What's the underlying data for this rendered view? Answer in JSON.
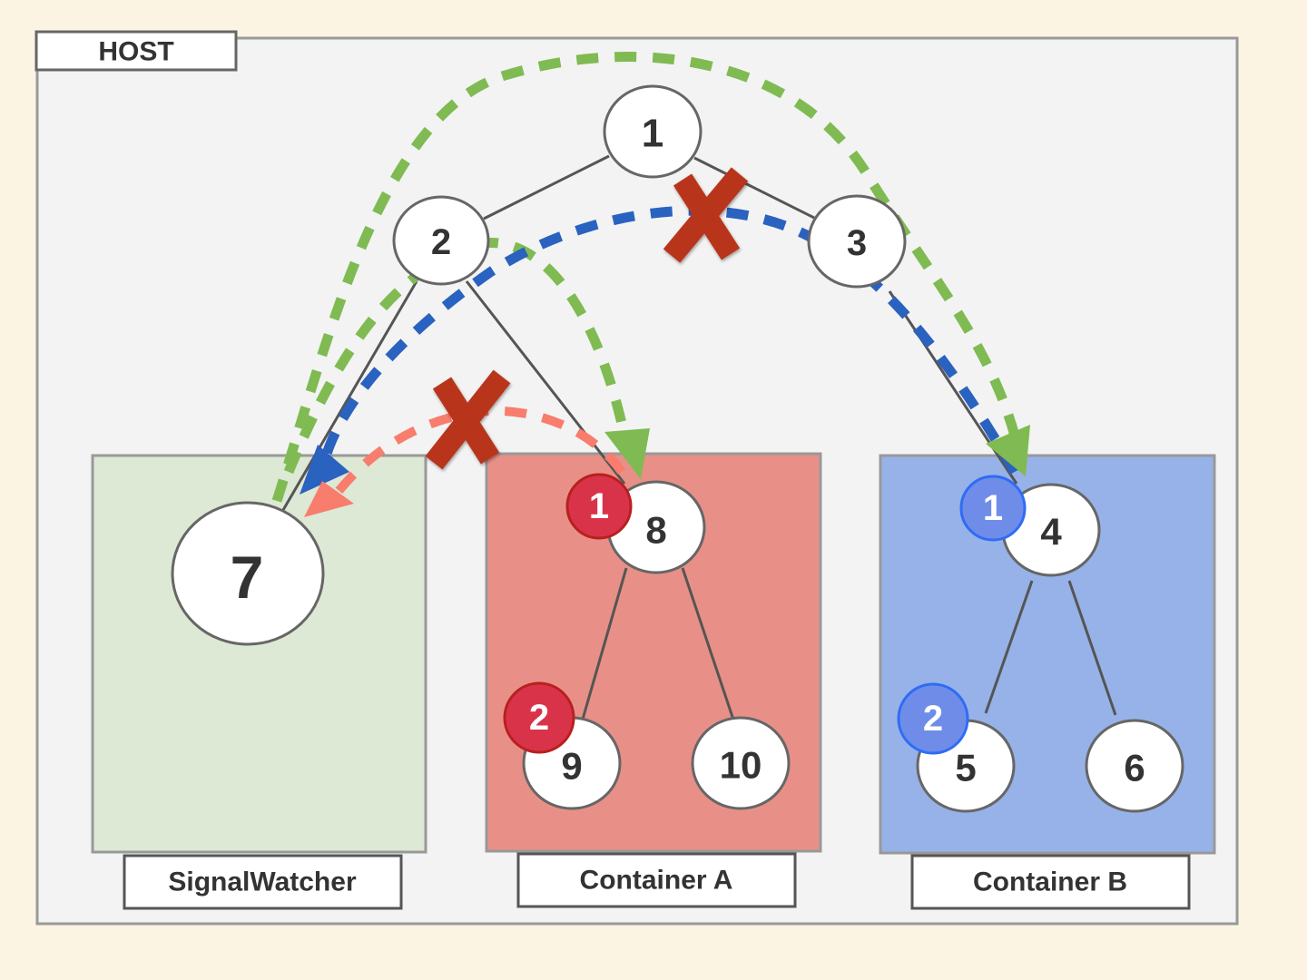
{
  "host": {
    "label": "HOST"
  },
  "containers": [
    {
      "id": "signalwatcher",
      "label": "SignalWatcher",
      "color": "#dde8d5"
    },
    {
      "id": "container-a",
      "label": "Container A",
      "color": "#e89088"
    },
    {
      "id": "container-b",
      "label": "Container B",
      "color": "#97b2e8"
    }
  ],
  "nodes": [
    {
      "id": "1",
      "label": "1"
    },
    {
      "id": "2",
      "label": "2"
    },
    {
      "id": "3",
      "label": "3"
    },
    {
      "id": "4",
      "label": "4"
    },
    {
      "id": "5",
      "label": "5"
    },
    {
      "id": "6",
      "label": "6"
    },
    {
      "id": "7",
      "label": "7"
    },
    {
      "id": "8",
      "label": "8"
    },
    {
      "id": "9",
      "label": "9"
    },
    {
      "id": "10",
      "label": "10"
    }
  ],
  "edges": [
    [
      "1",
      "2"
    ],
    [
      "1",
      "3"
    ],
    [
      "2",
      "7"
    ],
    [
      "2",
      "8"
    ],
    [
      "3",
      "4"
    ],
    [
      "8",
      "9"
    ],
    [
      "8",
      "10"
    ],
    [
      "4",
      "5"
    ],
    [
      "4",
      "6"
    ]
  ],
  "badges": [
    {
      "container": "container-a",
      "node": "8",
      "label": "1",
      "color": "#d9334a"
    },
    {
      "container": "container-a",
      "node": "9",
      "label": "2",
      "color": "#d9334a"
    },
    {
      "container": "container-b",
      "node": "4",
      "label": "1",
      "color": "#6f8de8"
    },
    {
      "container": "container-b",
      "node": "5",
      "label": "2",
      "color": "#6f8de8"
    }
  ],
  "signals": [
    {
      "name": "green-arc-top",
      "color": "#7fbb52",
      "from": "7",
      "to": "4",
      "blocked": false
    },
    {
      "name": "green-arc-inner",
      "color": "#7fbb52",
      "from": "7",
      "to": "8",
      "blocked": false
    },
    {
      "name": "blue-arc",
      "color": "#2a62c0",
      "from": "4",
      "to": "7",
      "blocked": true
    },
    {
      "name": "salmon-arc",
      "color": "#f87d6d",
      "from": "8",
      "to": "7",
      "blocked": true
    }
  ],
  "blocked_marker_color": "#b8361f"
}
